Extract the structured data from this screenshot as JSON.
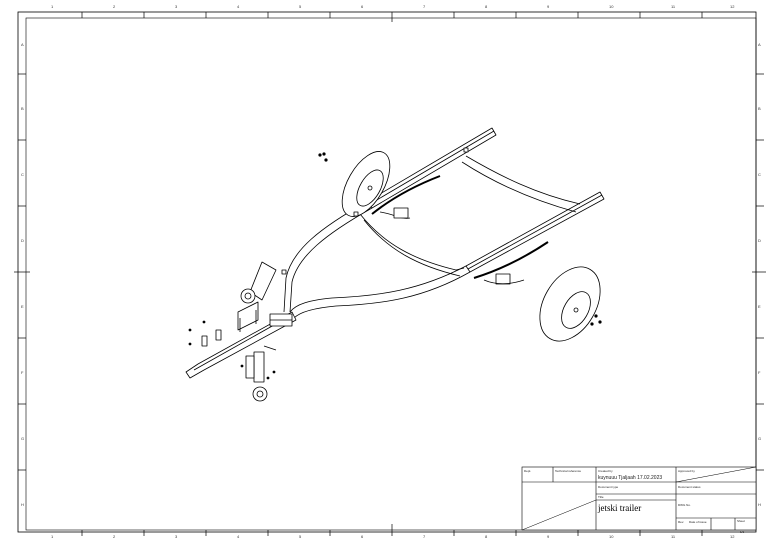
{
  "zones": {
    "top": [
      "1",
      "2",
      "3",
      "4",
      "5",
      "6",
      "7",
      "8",
      "9",
      "10",
      "11",
      "12"
    ],
    "bottom": [
      "1",
      "2",
      "3",
      "4",
      "5",
      "6",
      "7",
      "8",
      "9",
      "10",
      "11",
      "12"
    ],
    "left": [
      "A",
      "B",
      "C",
      "D",
      "E",
      "F",
      "G",
      "H"
    ],
    "right": [
      "A",
      "B",
      "C",
      "D",
      "E",
      "F",
      "G",
      "H"
    ]
  },
  "title_block": {
    "dept_label": "Dept.",
    "tech_ref_label": "Technical reference",
    "created_by_label": "Created by",
    "created_by_value": "kuynuuu  Tjaljaah  17.02.2023",
    "approved_by_label": "Approved by",
    "doc_type_label": "Document type",
    "doc_status_label": "Document status",
    "title_label": "Title",
    "title_value": "jetski trailer",
    "dwg_no_label": "DWG No.",
    "rev_label": "Rev.",
    "date_label": "Date of issue",
    "sheet_label": "Sheet",
    "sheet_value": "1/1"
  }
}
